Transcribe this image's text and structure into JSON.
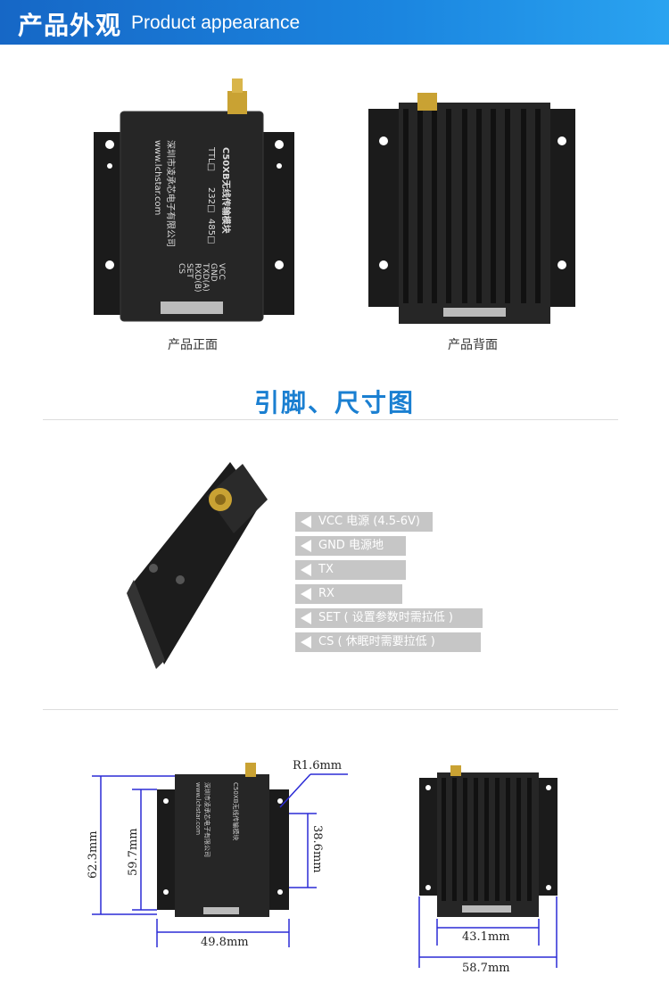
{
  "header": {
    "title_cn": "产品外观",
    "title_en": "Product appearance"
  },
  "captions": {
    "front": "产品正面",
    "back": "产品背面"
  },
  "device_label": {
    "model": "C50XB无线传输模块",
    "ports": [
      "TTL□",
      "232□",
      "485□"
    ],
    "company": "深圳市凌承芯电子有限公司",
    "url": "www.lchstar.com",
    "pins": [
      "VCC",
      "GND",
      "TXD(A)",
      "RXD(B)",
      "SET",
      "CS"
    ]
  },
  "section": {
    "title": "引脚、尺寸图"
  },
  "pins": [
    {
      "label": "VCC 电源 (4.5-6V)"
    },
    {
      "label": "GND  电源地"
    },
    {
      "label": "TX"
    },
    {
      "label": "RX"
    },
    {
      "label": "SET ( 设置参数时需拉低 )"
    },
    {
      "label": "CS ( 休眠时需要拉低 )"
    }
  ],
  "dimensions": {
    "radius": "R1.6mm",
    "height_outer": "62.3mm",
    "height_inner": "59.7mm",
    "height_hole": "38.6mm",
    "width_front": "49.8mm",
    "width_inner": "43.1mm",
    "width_back": "58.7mm"
  },
  "colors": {
    "header_blue": "#1a7fd1",
    "dim_line": "#2b2bd6",
    "module": "#1f1f1f"
  }
}
